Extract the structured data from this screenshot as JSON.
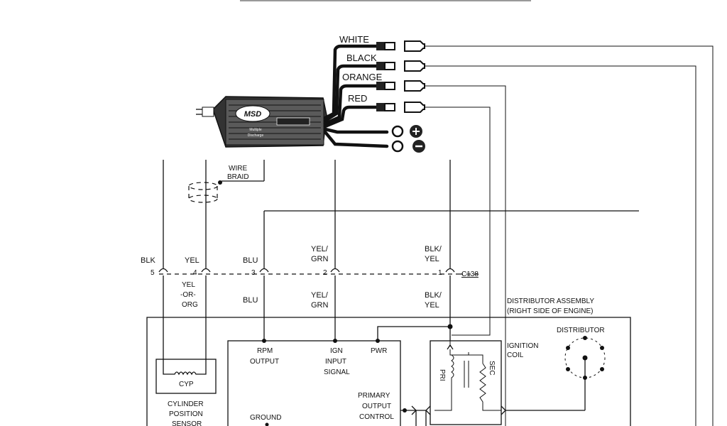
{
  "harness": {
    "wire_white": "WHITE",
    "wire_black": "BLACK",
    "wire_orange": "ORANGE",
    "wire_red": "RED",
    "wire_braid": [
      "WIRE",
      "BRAID"
    ],
    "box_brand": "MSD",
    "box_model": "Multiple",
    "box_sub": "Discharge"
  },
  "connector": {
    "pin5": "5",
    "pin4": "4",
    "pin3": "3",
    "pin2": "2",
    "pin1": "1",
    "id": "C138",
    "above": {
      "p5": "BLK",
      "p4": "YEL",
      "p3": "BLU",
      "p2": [
        "YEL/",
        "GRN"
      ],
      "p1": [
        "BLK/",
        "YEL"
      ]
    },
    "below": {
      "p4": [
        "YEL",
        "-OR-",
        "ORG"
      ],
      "p3": "BLU",
      "p2": [
        "YEL/",
        "GRN"
      ],
      "p1": [
        "BLK/",
        "YEL"
      ]
    }
  },
  "distributor_assembly": [
    "DISTRIBUTOR ASSEMBLY",
    "(RIGHT SIDE OF ENGINE)"
  ],
  "module": {
    "rpm": [
      "RPM",
      "OUTPUT"
    ],
    "ign": [
      "IGN",
      "INPUT",
      "SIGNAL"
    ],
    "pwr": "PWR",
    "primary": [
      "PRIMARY",
      "OUTPUT",
      "CONTROL"
    ],
    "ground": "GROUND"
  },
  "sensor": {
    "box_label": "CYP",
    "name": [
      "CYLINDER",
      "POSITION",
      "SENSOR"
    ]
  },
  "coil": {
    "title": [
      "IGNITION",
      "COIL"
    ],
    "pri": "PRI",
    "sec": "SEC"
  },
  "distributor": "DISTRIBUTOR"
}
